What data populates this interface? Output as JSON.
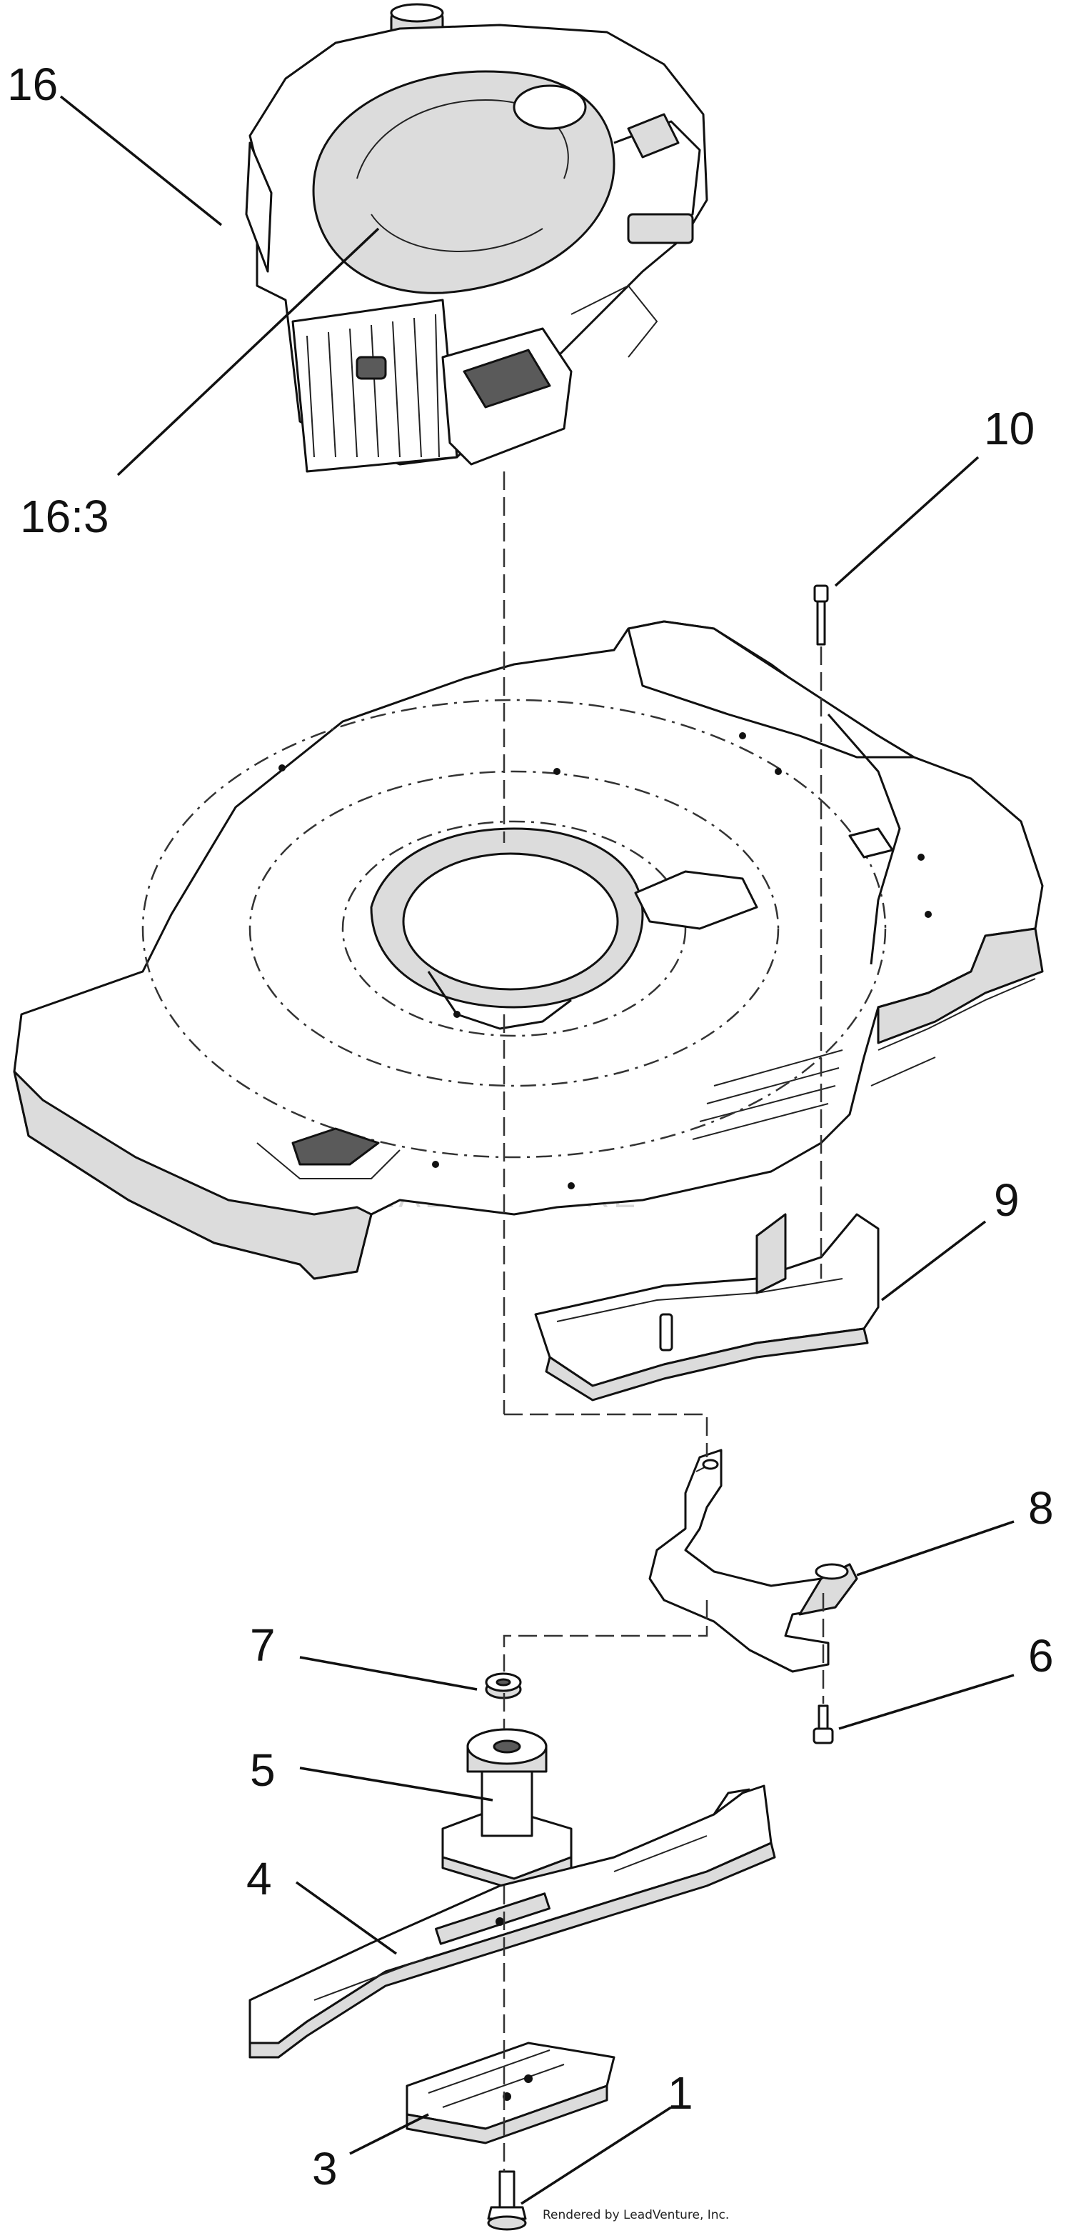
{
  "callouts": {
    "c16": "16",
    "c16_3": "16:3",
    "c10": "10",
    "c9": "9",
    "c8": "8",
    "c7": "7",
    "c6": "6",
    "c5": "5",
    "c4": "4",
    "c3": "3",
    "c1": "1"
  },
  "credit": "Rendered by LeadVenture, Inc.",
  "watermark": "LEADVENTURE",
  "colors": {
    "line": "#111111",
    "shade": "#dcdcdc",
    "dark": "#5a5a5a",
    "background": "#ffffff"
  }
}
